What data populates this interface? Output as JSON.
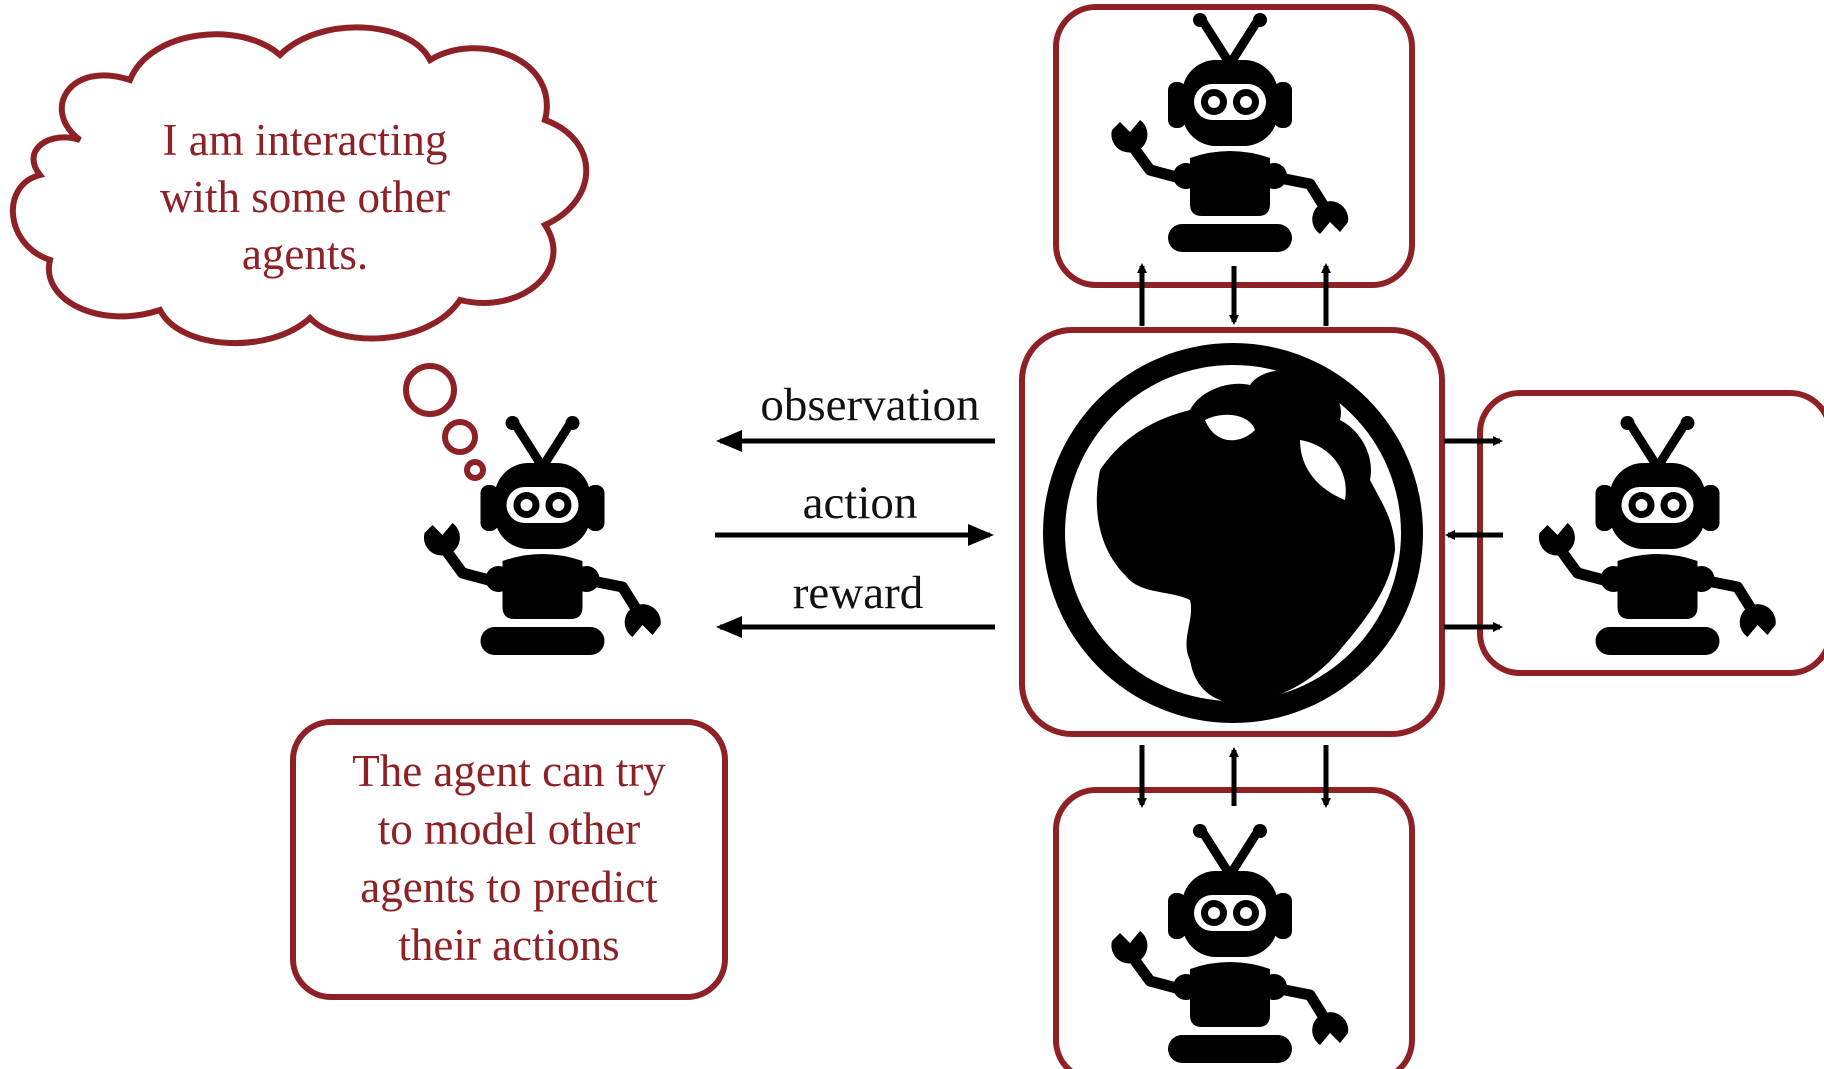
{
  "colors": {
    "accent": "#8e2125",
    "ink": "#000000",
    "background": "#ffffff"
  },
  "thought_bubble": {
    "lines": [
      "I am interacting",
      "with some other",
      "agents."
    ]
  },
  "note_box": {
    "lines": [
      "The agent can try",
      "to model other",
      "agents to predict",
      "their actions"
    ]
  },
  "arrows": {
    "observation": "observation",
    "action": "action",
    "reward": "reward"
  },
  "icons": {
    "main_agent": "robot-icon",
    "environment": "globe-icon",
    "other_agents": [
      "robot-icon",
      "robot-icon",
      "robot-icon"
    ]
  }
}
